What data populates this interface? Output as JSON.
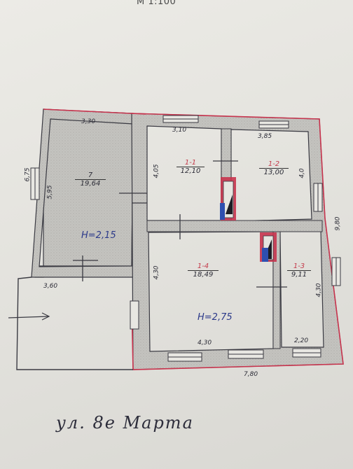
{
  "scale": "М 1:100",
  "street": "ул. 8е Марта",
  "rooms": [
    {
      "id": "room-7",
      "num": "7",
      "area": "19,64"
    },
    {
      "id": "room-1-1",
      "num": "1-1",
      "area": "12,10"
    },
    {
      "id": "room-1-2",
      "num": "1-2",
      "area": "13,00"
    },
    {
      "id": "room-1-4",
      "num": "1-4",
      "area": "18,49"
    },
    {
      "id": "room-1-3",
      "num": "1-3",
      "area": "9,11"
    }
  ],
  "heights": {
    "left": "H=2,15",
    "right": "H=2,75"
  },
  "dims": {
    "top_left": "3,30",
    "top_mid": "3,10",
    "top_right": "3,85",
    "left_outer": "6,75",
    "left_inner": "5,95",
    "room11_height": "4,05",
    "room12_height": "4,0",
    "right_outer": "9,80",
    "open_width": "3,60",
    "room14_height": "4,30",
    "room13_height": "4,30",
    "bottom_room14": "4,30",
    "bottom_room13": "2,20",
    "bottom_total": "7,80"
  },
  "colors": {
    "wall": "#bdbcb8",
    "outline": "#3a3a42",
    "accent_red": "#c8344e",
    "accent_blue": "#2f4fb0"
  }
}
